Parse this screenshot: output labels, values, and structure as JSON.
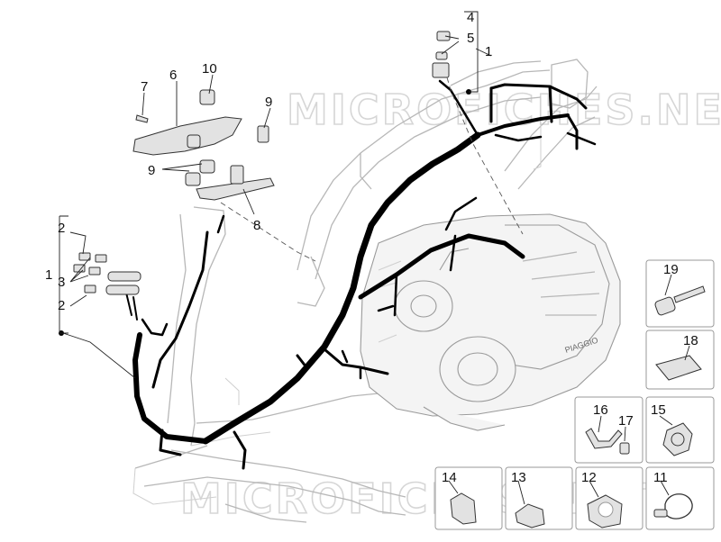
{
  "watermark": "MICROFICHES.NET",
  "callouts": {
    "c1_right": "1",
    "c1_left": "1",
    "c2_top": "2",
    "c2_bottom": "2",
    "c3": "3",
    "c4": "4",
    "c5": "5",
    "c6": "6",
    "c7": "7",
    "c8": "8",
    "c9_upper": "9",
    "c9_lower": "9",
    "c10": "10",
    "c11": "11",
    "c12": "12",
    "c13": "13",
    "c14": "14",
    "c15": "15",
    "c16": "16",
    "c17": "17",
    "c18": "18",
    "c19": "19"
  },
  "engine_badge": "PIAGGIO"
}
